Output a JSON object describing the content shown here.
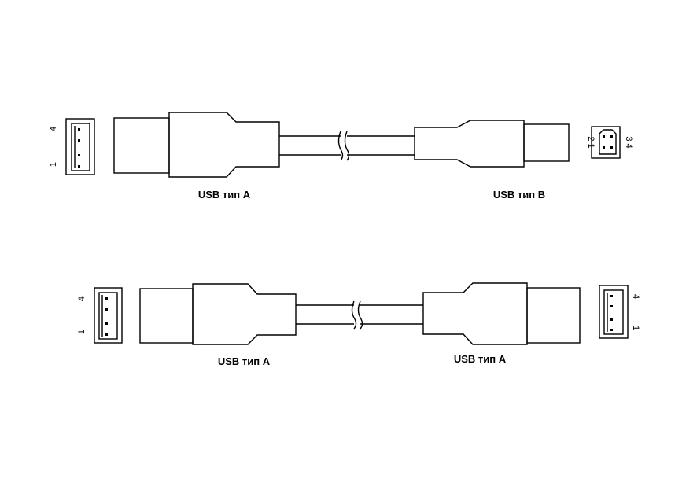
{
  "cable1": {
    "left_label": "USB тип A",
    "right_label": "USB тип B",
    "left_port": {
      "top_pin": "4",
      "bottom_pin": "1"
    },
    "right_port": {
      "pins_left": "2 1",
      "pins_right": "3 4"
    }
  },
  "cable2": {
    "left_label": "USB тип A",
    "right_label": "USB тип A",
    "left_port": {
      "top_pin": "4",
      "bottom_pin": "1"
    },
    "right_port": {
      "top_pin": "4",
      "bottom_pin": "1"
    }
  }
}
